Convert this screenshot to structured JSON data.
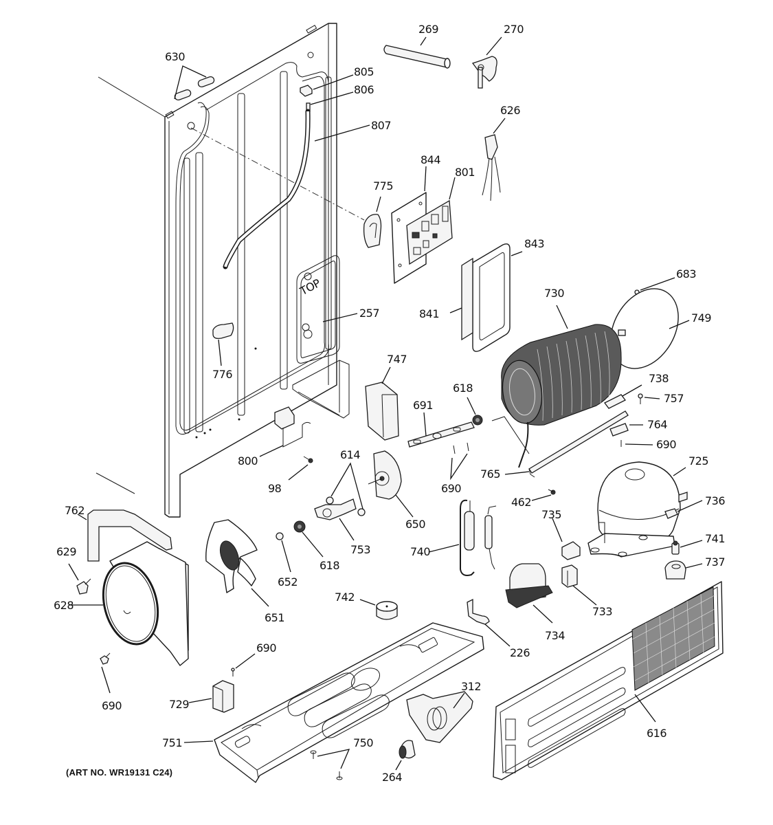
{
  "diagram": {
    "title": "Refrigerator sealed system & mother board exploded parts view",
    "art_number": "(ART NO. WR19131 C24)",
    "callouts": {
      "c630": "630",
      "c805": "805",
      "c806": "806",
      "c807": "807",
      "c269": "269",
      "c270": "270",
      "c626": "626",
      "c844": "844",
      "c801": "801",
      "c775": "775",
      "c843": "843",
      "c841": "841",
      "c257": "257",
      "c776": "776",
      "c683": "683",
      "c730": "730",
      "c749": "749",
      "c747": "747",
      "c618a": "618",
      "c691": "691",
      "c738": "738",
      "c757": "757",
      "c764": "764",
      "c690a": "690",
      "c800": "800",
      "c614": "614",
      "c98": "98",
      "c690b": "690",
      "c765": "765",
      "c725": "725",
      "c762": "762",
      "c650": "650",
      "c462": "462",
      "c736": "736",
      "c735": "735",
      "c753": "753",
      "c629": "629",
      "c740": "740",
      "c741": "741",
      "c618b": "618",
      "c652": "652",
      "c737": "737",
      "c628": "628",
      "c742": "742",
      "c651": "651",
      "c733": "733",
      "c734": "734",
      "c226": "226",
      "c690c": "690",
      "c690d": "690",
      "c729": "729",
      "c312": "312",
      "c616": "616",
      "c751": "751",
      "c750": "750",
      "c264": "264"
    },
    "panel_label": "TOP"
  }
}
